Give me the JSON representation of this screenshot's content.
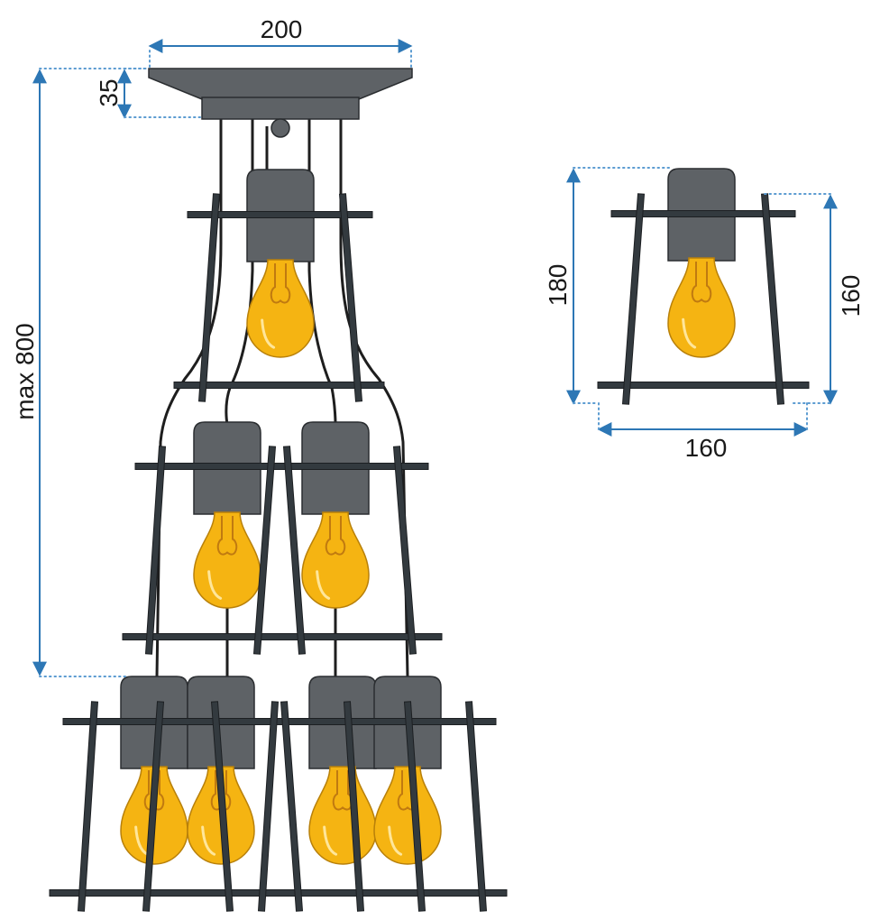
{
  "dimensions": {
    "ceiling_width": "200",
    "ceiling_height": "35",
    "max_height": "max 800",
    "shade_total_height": "180",
    "shade_frame_height": "160",
    "shade_width": "160"
  },
  "colors": {
    "frame": "#333a3f",
    "frame_stroke": "#1c1f22",
    "socket": "#5e6266",
    "canopy": "#5e6266",
    "bulb": "#f5b412",
    "bulb_stroke": "#b8800a",
    "filament": "#c07a10",
    "dimension_line": "#2d77b5",
    "dotted": "#5b9bd1",
    "text": "#1a1a1a"
  }
}
